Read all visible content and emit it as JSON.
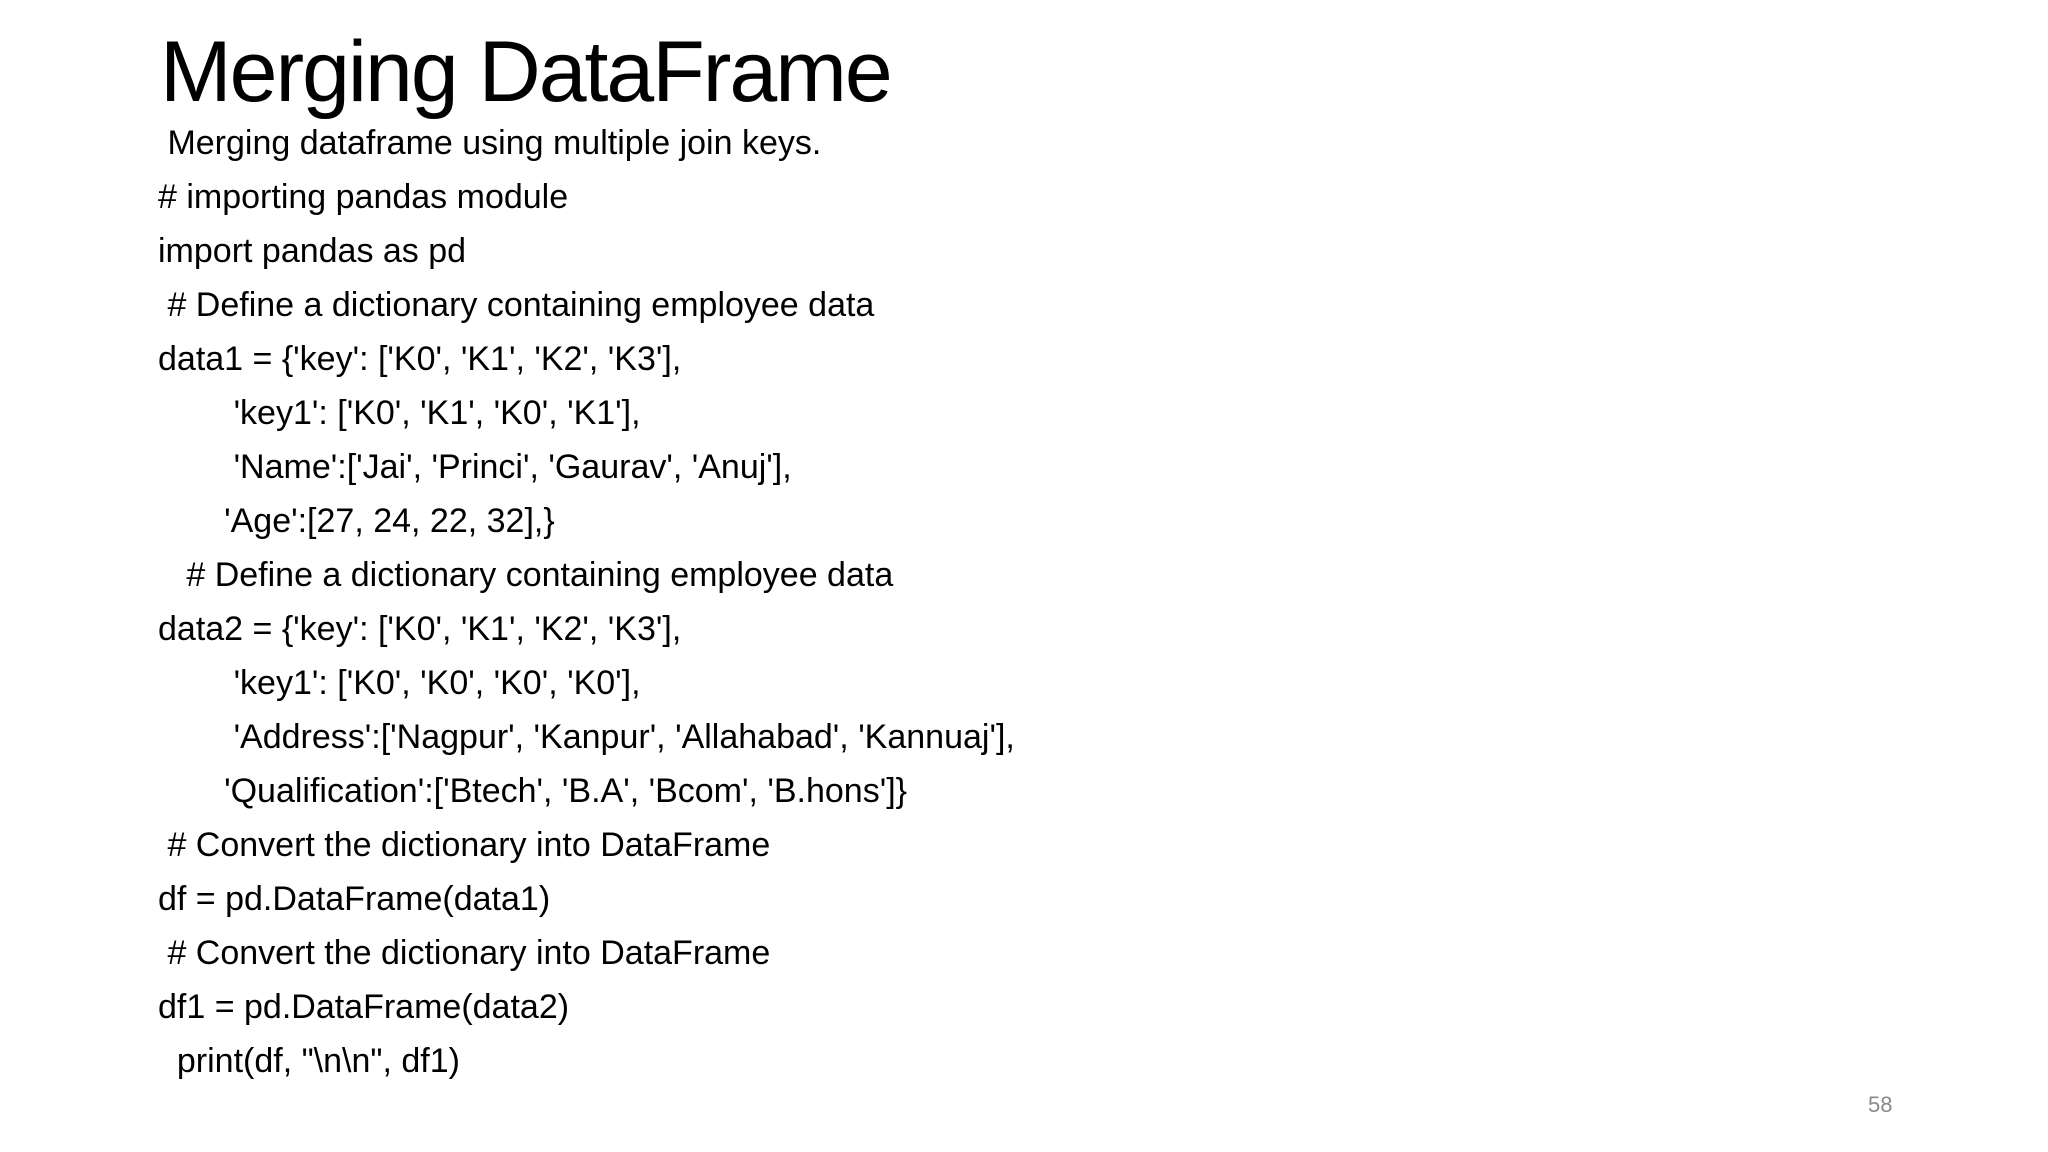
{
  "slide": {
    "title": "Merging DataFrame",
    "subtitle": " Merging dataframe using multiple join keys.",
    "code_lines": [
      "# importing pandas module",
      "import pandas as pd",
      " # Define a dictionary containing employee data",
      "data1 = {'key': ['K0', 'K1', 'K2', 'K3'],",
      "        'key1': ['K0', 'K1', 'K0', 'K1'],",
      "        'Name':['Jai', 'Princi', 'Gaurav', 'Anuj'],",
      "       'Age':[27, 24, 22, 32],}",
      "   # Define a dictionary containing employee data",
      "data2 = {'key': ['K0', 'K1', 'K2', 'K3'],",
      "        'key1': ['K0', 'K0', 'K0', 'K0'],",
      "        'Address':['Nagpur', 'Kanpur', 'Allahabad', 'Kannuaj'],",
      "       'Qualification':['Btech', 'B.A', 'Bcom', 'B.hons']}",
      " # Convert the dictionary into DataFrame",
      "df = pd.DataFrame(data1)",
      " # Convert the dictionary into DataFrame",
      "df1 = pd.DataFrame(data2)",
      "  print(df, \"\\n\\n\", df1)"
    ],
    "page_number": "58"
  }
}
